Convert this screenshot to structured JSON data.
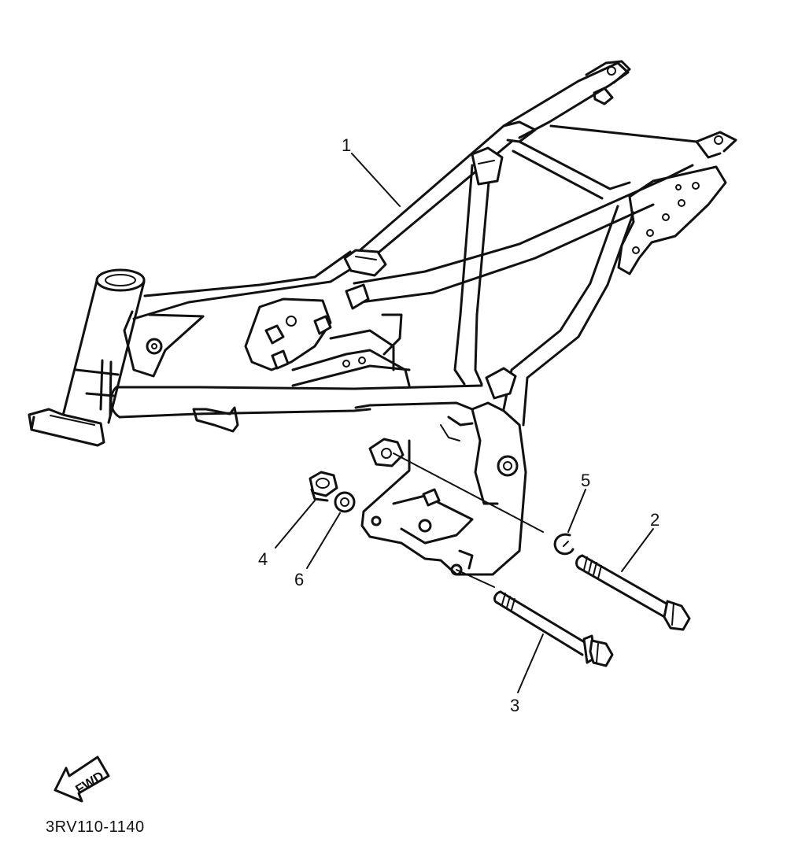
{
  "parts": [
    {
      "number": "1",
      "part": "frame"
    },
    {
      "number": "2",
      "part": "bolt"
    },
    {
      "number": "3",
      "part": "bolt"
    },
    {
      "number": "4",
      "part": "nut"
    },
    {
      "number": "5",
      "part": "circlip"
    },
    {
      "number": "6",
      "part": "washer"
    }
  ],
  "callouts": {
    "c1": "1",
    "c2": "2",
    "c3": "3",
    "c4": "4",
    "c5": "5",
    "c6": "6"
  },
  "fwd_label": "FWD",
  "diagram_code": "3RV110-1140"
}
